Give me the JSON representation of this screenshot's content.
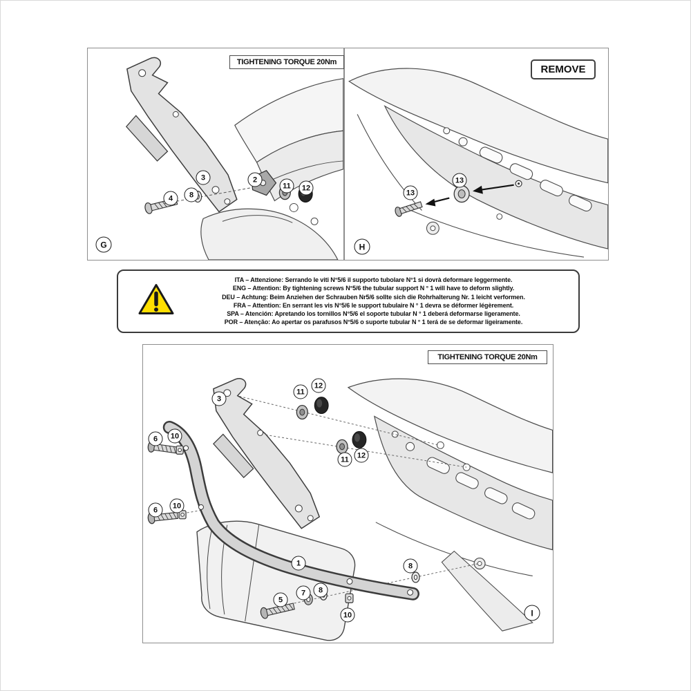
{
  "document": {
    "type": "assembly-instruction-sheet",
    "background": "#ffffff"
  },
  "colors": {
    "line": "#3f3f3f",
    "panel_border": "#8d8d8d",
    "warning_yellow": "#ffdf00",
    "metal_light": "#e3e3e3",
    "rubber_dark": "#262626"
  },
  "icons": {
    "warning": "warning-triangle-icon",
    "remove_direction": "left-arrow-icon"
  },
  "panels": {
    "top_left": {
      "label": "G",
      "torque_label": "TIGHTENING TORQUE 20Nm",
      "callouts": [
        "3",
        "2",
        "4",
        "8",
        "11",
        "12"
      ]
    },
    "top_right": {
      "label": "H",
      "remove_label": "REMOVE",
      "callouts": [
        "13",
        "13"
      ]
    },
    "bottom": {
      "label": "I",
      "torque_label": "TIGHTENING TORQUE 20Nm",
      "callouts": [
        "3",
        "11",
        "12",
        "11",
        "12",
        "6",
        "10",
        "6",
        "10",
        "1",
        "8",
        "5",
        "7",
        "8",
        "10"
      ]
    }
  },
  "warning": {
    "lines": [
      "ITA – Attenzione: Serrando le viti N°5/6 il supporto tubolare N°1 si dovrà deformare leggermente.",
      "ENG – Attention: By tightening screws N°5/6 the tubular support N ° 1 will have to deform slightly.",
      "DEU – Achtung: Beim Anziehen der Schrauben Nr5/6 sollte sich die Rohrhalterung Nr. 1 leicht verformen.",
      "FRA – Attention: En serrant les vis N°5/6 le support tubulaire N ° 1 devra se déformer légèrement.",
      "SPA – Atención: Apretando los tornillos N°5/6 el soporte tubular N ° 1 deberá deformarse ligeramente.",
      "POR – Atenção: Ao apertar os parafusos N°5/6 o suporte tubular N ° 1 terá de se deformar ligeiramente."
    ]
  }
}
